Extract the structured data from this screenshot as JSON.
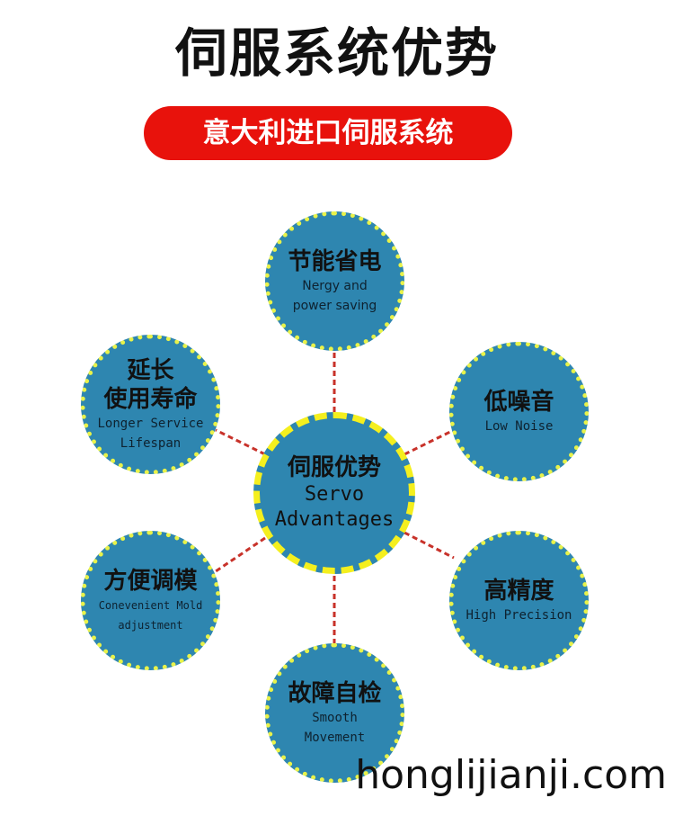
{
  "title": "伺服系统优势",
  "banner": "意大利进口伺服系统",
  "center": {
    "cn": "伺服优势",
    "en1": "Servo",
    "en2": "Advantages"
  },
  "nodes": [
    {
      "cn": "节能省电",
      "en1": "Nergy and",
      "en2": "power saving"
    },
    {
      "cn1": "延长",
      "cn": "使用寿命",
      "en1": "Longer Service",
      "en2": "Lifespan"
    },
    {
      "cn": "低噪音",
      "en1": "Low Noise"
    },
    {
      "cn": "方便调模",
      "en1": "Conevenient Mold",
      "en2": "adjustment"
    },
    {
      "cn": "高精度",
      "en1": "High Precision"
    },
    {
      "cn": "故障自检",
      "en1": "Smooth",
      "en2": "Movement"
    }
  ],
  "watermark": "honglijianji.com",
  "colors": {
    "circle": "#2e86b0",
    "banner": "#e8120c",
    "dots": "#e8f24a"
  }
}
